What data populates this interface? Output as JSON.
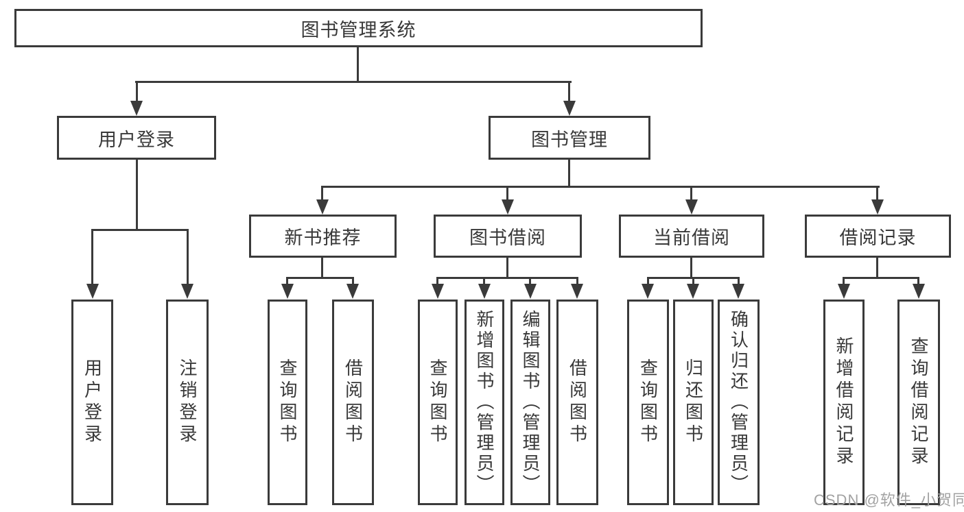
{
  "diagram": {
    "root": {
      "label": "图书管理系统"
    },
    "level2": [
      {
        "label": "用户登录",
        "parent": "图书管理系统"
      },
      {
        "label": "图书管理",
        "parent": "图书管理系统"
      }
    ],
    "level3": [
      {
        "label": "新书推荐",
        "parent": "图书管理"
      },
      {
        "label": "图书借阅",
        "parent": "图书管理"
      },
      {
        "label": "当前借阅",
        "parent": "图书管理"
      },
      {
        "label": "借阅记录",
        "parent": "图书管理"
      }
    ],
    "level4": [
      {
        "label": "用户登录",
        "parent": "用户登录"
      },
      {
        "label": "注销登录",
        "parent": "用户登录"
      },
      {
        "label": "查询图书",
        "parent": "新书推荐"
      },
      {
        "label": "借阅图书",
        "parent": "新书推荐"
      },
      {
        "label": "查询图书",
        "parent": "图书借阅"
      },
      {
        "label": "新增图书（管理员）",
        "parent": "图书借阅"
      },
      {
        "label": "编辑图书（管理员）",
        "parent": "图书借阅"
      },
      {
        "label": "借阅图书",
        "parent": "图书借阅"
      },
      {
        "label": "查询图书",
        "parent": "当前借阅"
      },
      {
        "label": "归还图书",
        "parent": "当前借阅"
      },
      {
        "label": "确认归还（管理员）",
        "parent": "当前借阅"
      },
      {
        "label": "新增借阅记录",
        "parent": "借阅记录"
      },
      {
        "label": "查询借阅记录",
        "parent": "借阅记录"
      }
    ]
  },
  "watermark": "CSDN @软件_小贺同学",
  "colors": {
    "line": "#3a3a3a",
    "text": "#383838",
    "background": "#ffffff",
    "watermark": "#a2a2a2"
  }
}
